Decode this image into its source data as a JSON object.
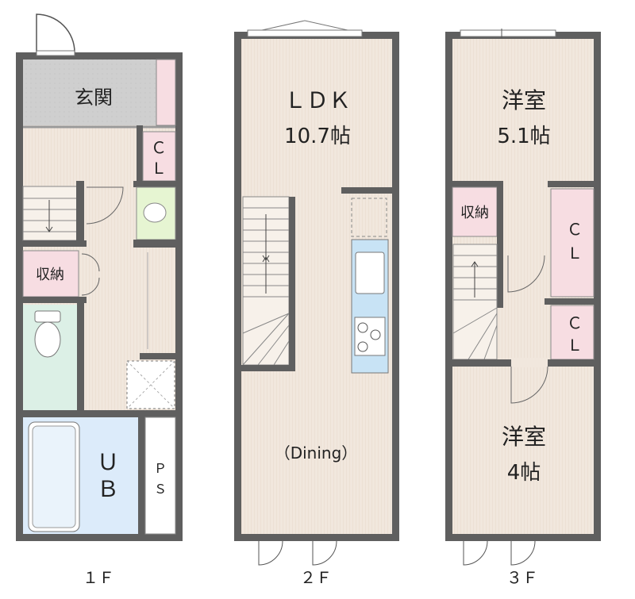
{
  "floors": [
    {
      "label": "１Ｆ",
      "rooms": {
        "genkan": "玄関",
        "closet_cl_top": "Ｃ",
        "closet_cl_bottom": "Ｌ",
        "storage": "収納",
        "ub_top": "Ｕ",
        "ub_bottom": "Ｂ",
        "ps_top": "Ｐ",
        "ps_bottom": "Ｓ"
      }
    },
    {
      "label": "２Ｆ",
      "rooms": {
        "ldk_name": "ＬＤＫ",
        "ldk_size": "10.7帖",
        "dining": "（Dining）"
      }
    },
    {
      "label": "３Ｆ",
      "rooms": {
        "west_room_top_name": "洋室",
        "west_room_top_size": "5.1帖",
        "storage": "収納",
        "cl1_top": "Ｃ",
        "cl1_bottom": "Ｌ",
        "cl2_top": "Ｃ",
        "cl2_bottom": "Ｌ",
        "west_room_bottom_name": "洋室",
        "west_room_bottom_size": "4帖"
      }
    }
  ],
  "colors": {
    "wall": "#5f5f5f",
    "wood_floor": "#f0e6dc",
    "entrance_tile": "#cdcdcd",
    "closet_pink": "#f7dde2",
    "toilet_green": "#dcf0e6",
    "bath_blue": "#dcebfa",
    "kitchen_blue": "#c8e3f5",
    "sink_green": "#e6f5d2"
  }
}
